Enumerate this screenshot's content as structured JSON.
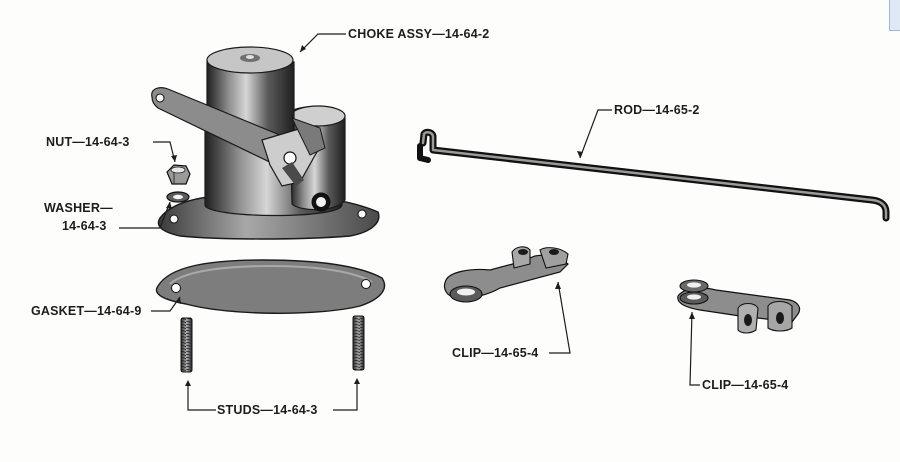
{
  "labels": {
    "choke": "CHOKE ASSY—14-64-2",
    "nut": "NUT—14-64-3",
    "washer_line1": "WASHER—",
    "washer_line2": "14-64-3",
    "gasket": "GASKET—14-64-9",
    "studs": "STUDS—14-64-3",
    "rod": "ROD—14-65-2",
    "clip_left": "CLIP—14-65-4",
    "clip_right": "CLIP—14-65-4"
  },
  "colors": {
    "ink": "#1d1d1d",
    "metal_dark": "#2b2b2b",
    "metal_mid": "#6b6b6b",
    "metal_light": "#c9c9c9",
    "gasket": "#7d7d7d"
  }
}
